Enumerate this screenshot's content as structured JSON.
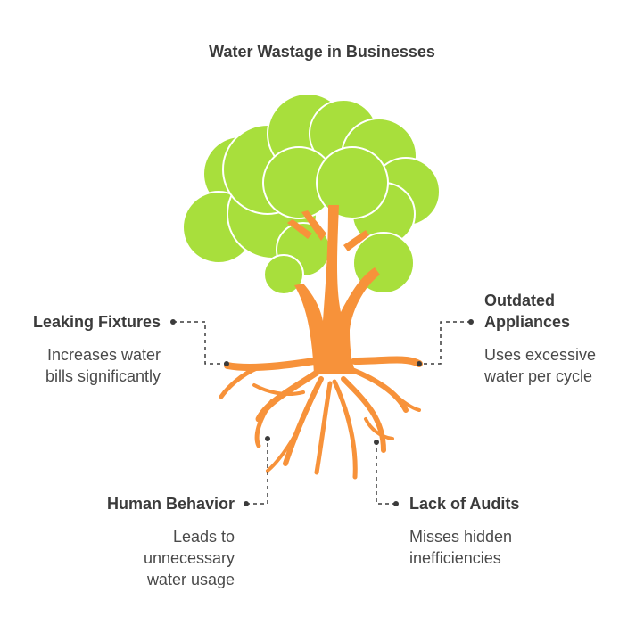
{
  "title": "Water Wastage in Businesses",
  "colors": {
    "foliage": "#A8DF3C",
    "trunk": "#F7923A",
    "text": "#3b3b3b",
    "connector": "#3b3b3b"
  },
  "items": [
    {
      "id": "leaking-fixtures",
      "label": "Leaking Fixtures",
      "desc_lines": [
        "Increases water",
        "bills significantly"
      ]
    },
    {
      "id": "outdated-appliances",
      "label_lines": [
        "Outdated",
        "Appliances"
      ],
      "desc_lines": [
        "Uses excessive",
        "water per cycle"
      ]
    },
    {
      "id": "human-behavior",
      "label": "Human Behavior",
      "desc_lines": [
        "Leads to",
        "unnecessary",
        "water usage"
      ]
    },
    {
      "id": "lack-of-audits",
      "label": "Lack of Audits",
      "desc_lines": [
        "Misses hidden",
        "inefficiencies"
      ]
    }
  ]
}
